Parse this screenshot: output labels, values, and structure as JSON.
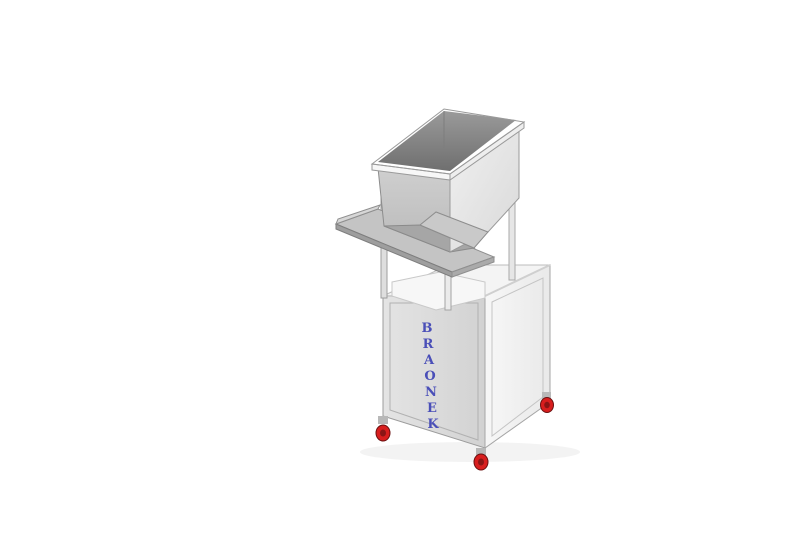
{
  "scene": {
    "subject": "hopper-machine-render",
    "background_color": "#ffffff"
  },
  "brand": {
    "text": "BRAONEK",
    "letters": [
      "B",
      "R",
      "A",
      "O",
      "N",
      "E",
      "K"
    ],
    "color": "#4a4fb8"
  },
  "colors": {
    "metal_light": "#f2f2f2",
    "metal_mid": "#dcdcdc",
    "metal_dark": "#a9a9a9",
    "metal_shadow": "#8e8e8e",
    "caster_red": "#d81e1e",
    "caster_dark": "#6a1010"
  }
}
